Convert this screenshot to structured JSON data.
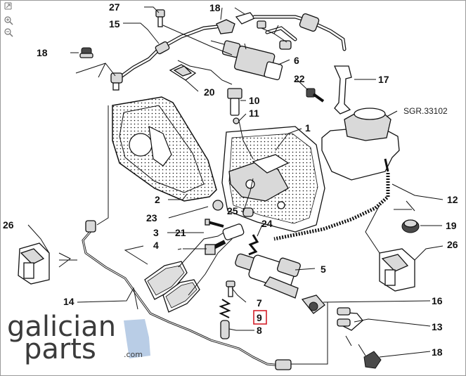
{
  "toolbar": {
    "zoom_in_icon": "magnifier-plus-icon",
    "zoom_out_icon": "magnifier-minus-icon",
    "expand_icon": "expand-arrows-icon"
  },
  "diagram": {
    "reference_code": "SGR.33102",
    "highlighted_part": "9",
    "highlight_color": "#d3202a",
    "callouts": [
      "1",
      "2",
      "3",
      "4",
      "5",
      "6",
      "7",
      "8",
      "9",
      "10",
      "11",
      "12",
      "13",
      "14",
      "15",
      "16",
      "17",
      "18",
      "19",
      "20",
      "21",
      "22",
      "23",
      "24",
      "25",
      "26",
      "27"
    ],
    "labels": {
      "c27": "27",
      "c18a": "18",
      "c15": "15",
      "c18b": "18",
      "c6": "6",
      "c22": "22",
      "c17": "17",
      "c20": "20",
      "c10": "10",
      "c11": "11",
      "c1": "1",
      "c12": "12",
      "c2": "2",
      "c23": "23",
      "c25": "25",
      "c19": "19",
      "c26a": "26",
      "c3": "3",
      "c21": "21",
      "c24": "24",
      "c26b": "26",
      "c4": "4",
      "c5": "5",
      "c7": "7",
      "c9": "9",
      "c16": "16",
      "c14": "14",
      "c8": "8",
      "c13": "13",
      "c18c": "18"
    }
  },
  "logo": {
    "line1": "galician",
    "line2": "parts",
    "suffix": ".com",
    "accent_color": "#b9cde6"
  }
}
